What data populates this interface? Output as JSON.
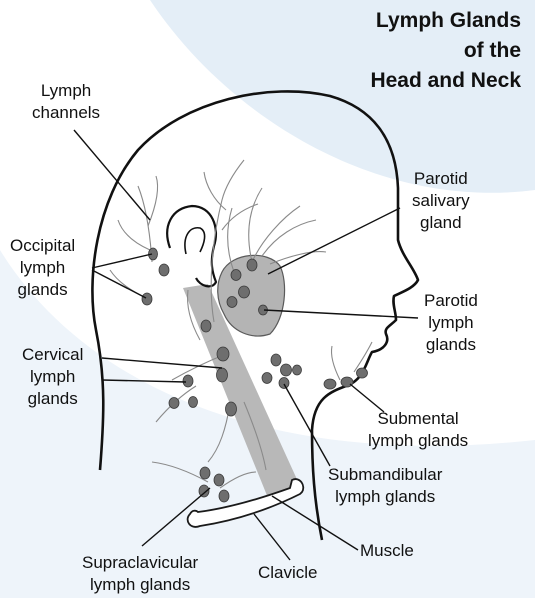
{
  "title": {
    "line1": "Lymph Glands",
    "line2": "of the",
    "line3": "Head and Neck"
  },
  "labels": {
    "lymph_channels": "Lymph\nchannels",
    "occipital": "Occipital\nlymph\nglands",
    "cervical": "Cervical\nlymph\nglands",
    "parotid_salivary": "Parotid\nsalivary\ngland",
    "parotid_lymph": "Parotid\nlymph\nglands",
    "submental": "Submental\nlymph glands",
    "submandibular": "Submandibular\nlymph glands",
    "muscle": "Muscle",
    "clavicle": "Clavicle",
    "supraclavicular": "Supraclavicular\nlymph glands"
  },
  "colors": {
    "background_swoosh": "#e4eef7",
    "outline": "#111111",
    "gland": "#6e6e6e",
    "muscle": "#b8b8b8",
    "salivary_gland": "#b4b4b4",
    "vessels": "#8a8a8a"
  }
}
